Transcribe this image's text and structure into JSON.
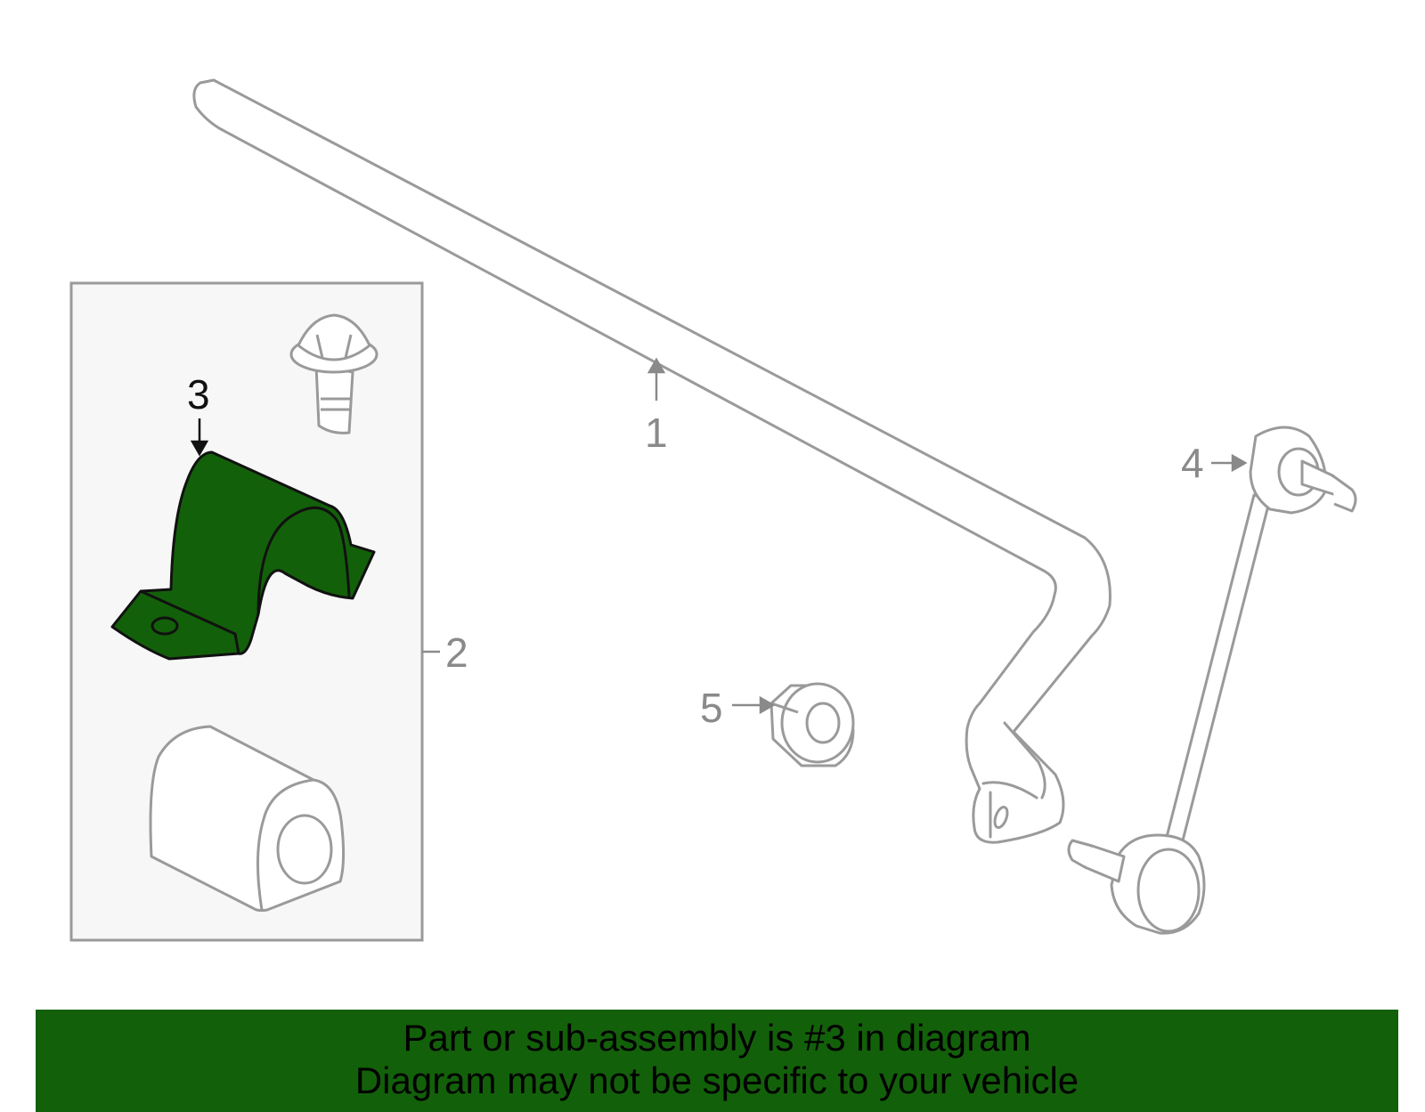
{
  "callouts": {
    "c1": "1",
    "c2": "2",
    "c3": "3",
    "c4": "4",
    "c5": "5"
  },
  "banner": {
    "line1": "Part or sub-assembly is #3 in diagram",
    "line2": "Diagram may not be specific to your vehicle"
  },
  "colors": {
    "highlight_part": "#13600a",
    "outline": "#9a9a9a",
    "banner_bg": "#13600a",
    "kit_box_bg": "#f7f7f7"
  }
}
